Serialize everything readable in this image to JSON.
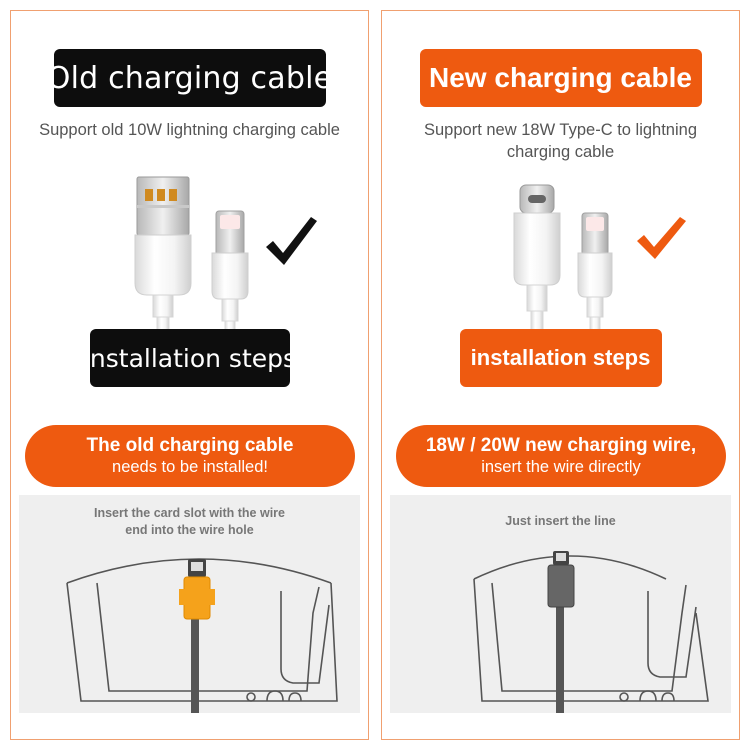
{
  "left": {
    "title": "Old charging cable",
    "subtitle": "Support old 10W lightning charging cable",
    "steps_label": "installation steps",
    "note_line1": "The old charging cable",
    "note_line2": "needs to be installed!",
    "diagram_caption_1": "Insert the card slot with the wire",
    "diagram_caption_2": "end into the wire hole"
  },
  "right": {
    "title": "New charging cable",
    "subtitle_1": "Support new 18W Type-C to lightning",
    "subtitle_2": "charging cable",
    "steps_label": "installation steps",
    "note_line1": "18W / 20W new charging wire,",
    "note_line2": "insert the wire directly",
    "diagram_caption": "Just insert the line"
  },
  "colors": {
    "accent": "#ee5a10",
    "dark": "#0d0d0d",
    "panel_border": "#f0a070",
    "diagram_bg": "#efefef",
    "connector_orange": "#f5a21b"
  },
  "icons": [
    "checkmark-icon",
    "usb-a-cable-icon",
    "usb-c-cable-icon",
    "lightning-cable-icon",
    "charger-stand-diagram"
  ]
}
